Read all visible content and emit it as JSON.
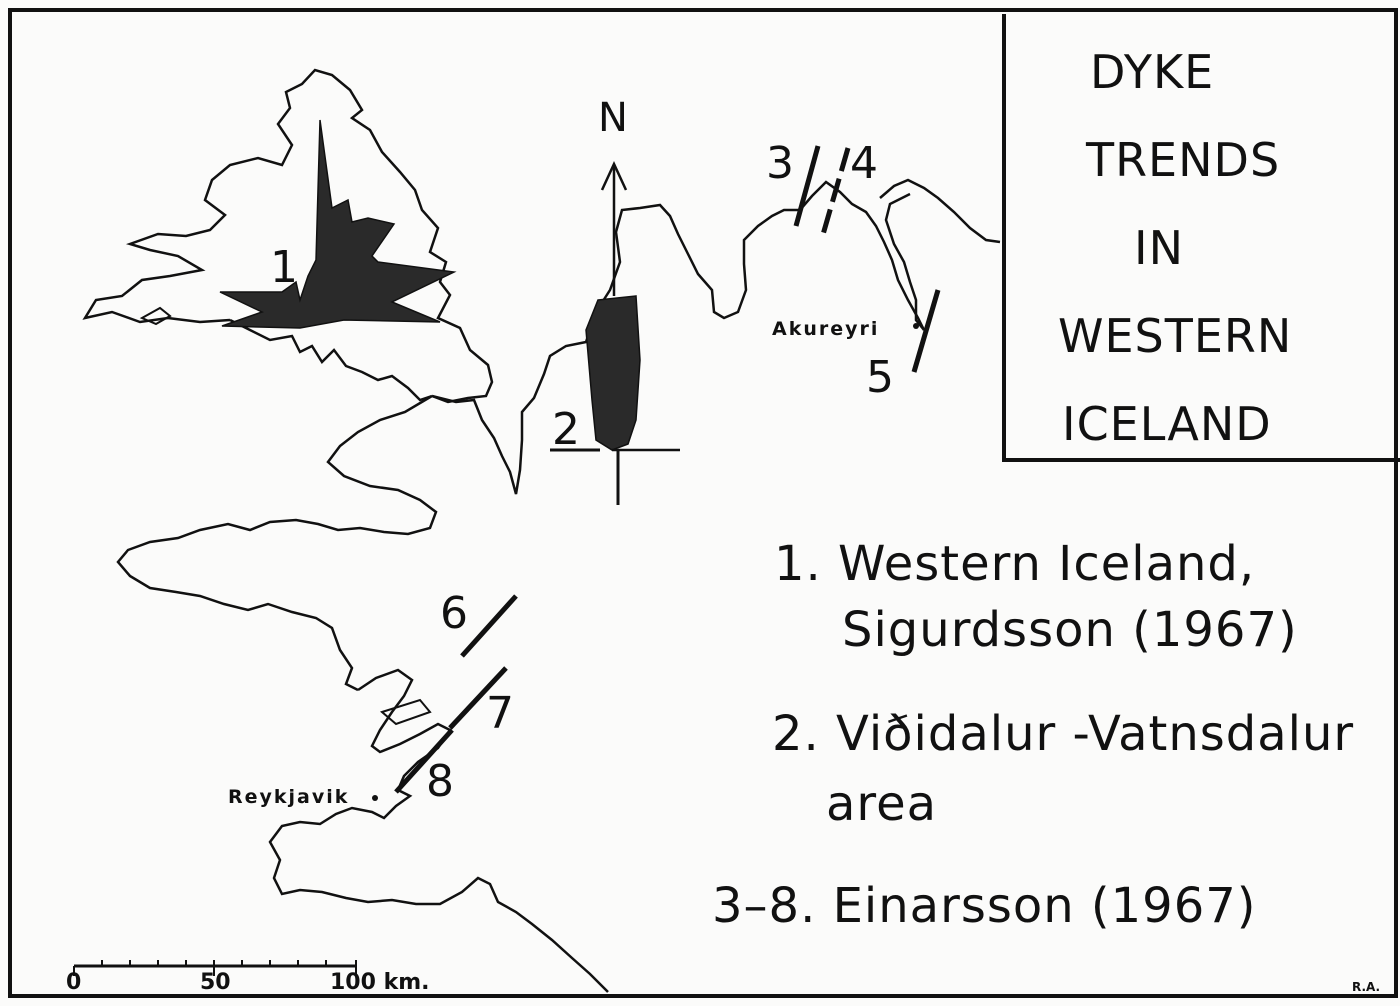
{
  "title": {
    "lines": [
      "DYKE",
      "TRENDS",
      "IN",
      "WESTERN",
      "ICELAND"
    ]
  },
  "north_label": "N",
  "places": {
    "akureyri": "Akureyri",
    "reykjavik": "Reykjavik"
  },
  "site_numbers": {
    "s1": "1",
    "s2": "2",
    "s3": "3",
    "s4": "4",
    "s5": "5",
    "s6": "6",
    "s7": "7",
    "s8": "8"
  },
  "legend": [
    "1. Western  Iceland,",
    "Sigurdsson (1967)",
    "2. Viðidalur -Vatnsdalur",
    "area",
    "3–8. Einarsson (1967)"
  ],
  "scale": {
    "zero": "0",
    "mid": "50",
    "end": "100 km."
  },
  "initials": "R.A.",
  "colors": {
    "ink": "#111111",
    "fill": "#2a2a2a",
    "paper": "#fbfbfa"
  }
}
